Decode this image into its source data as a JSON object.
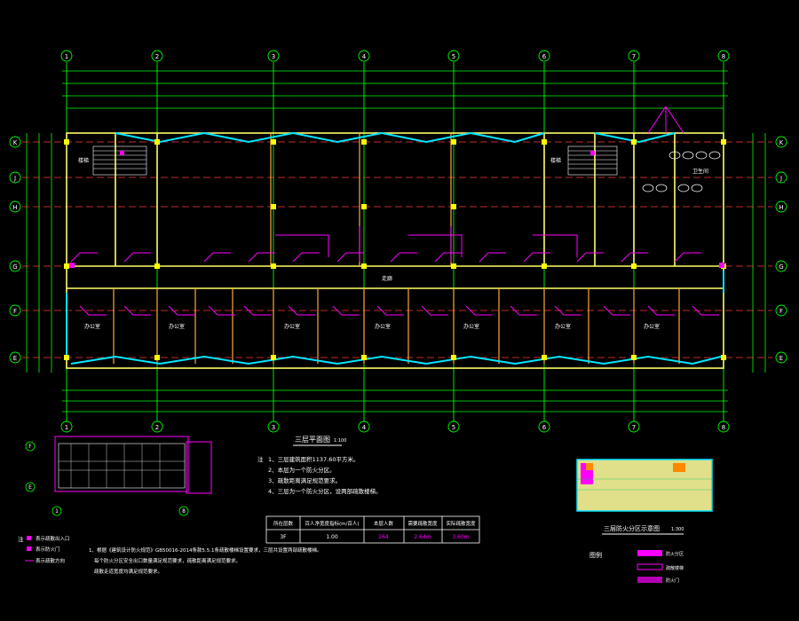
{
  "colors": {
    "background": "#000000",
    "grid_axis": "#00ff00",
    "grid_dash": "#ff3b3b",
    "wall": "#ffff66",
    "column": "#ffff00",
    "window": "#00e5ff",
    "evacuation": "#ff00ff",
    "text": "#ffffff",
    "dimension": "#00ff00"
  },
  "axes": {
    "columns": [
      "1",
      "2",
      "3",
      "4",
      "5",
      "6",
      "7",
      "8"
    ],
    "rows": [
      "K",
      "J",
      "H",
      "G",
      "F",
      "E"
    ]
  },
  "rooms": {
    "stair": "楼梯",
    "office": "办公室",
    "toilet": "卫生间",
    "corridor": "走廊"
  },
  "titles": {
    "main_plan": "三层平面图",
    "main_plan_scale": "1:100",
    "zone_plan": "三层防火分区示意图",
    "zone_plan_scale": "1:300"
  },
  "notes": {
    "label": "注",
    "lines": [
      "1、三层建筑面积1137.60平方米。",
      "2、本层为一个防火分区。",
      "3、疏散距离满足规范要求。",
      "4、三层为一个防火分区，设两部疏散楼梯。"
    ]
  },
  "table": {
    "headers": [
      "所在层数",
      "百人净宽度指标(m/百人)",
      "本层人数",
      "需要疏散宽度",
      "实际疏散宽度"
    ],
    "row": [
      "3F",
      "1.00",
      "264",
      "2.64m",
      "3.60m"
    ]
  },
  "left_legend": {
    "title": "注",
    "items": [
      "表示疏散出入口",
      "表示防火门",
      "表示疏散方向"
    ]
  },
  "bottom_notes": [
    "1、根据《建筑设计防火规范》GB50016-2014条款5.5.1条疏散楼梯设置要求，三层共设置两部疏散楼梯。",
    "每个防火分区安全出口数量满足规范要求，疏散距离满足规范要求。",
    "疏散走道宽度均满足规范要求。"
  ],
  "zone_legend": {
    "title": "图例",
    "items": [
      "防火分区",
      "疏散楼梯",
      "防火门"
    ]
  }
}
